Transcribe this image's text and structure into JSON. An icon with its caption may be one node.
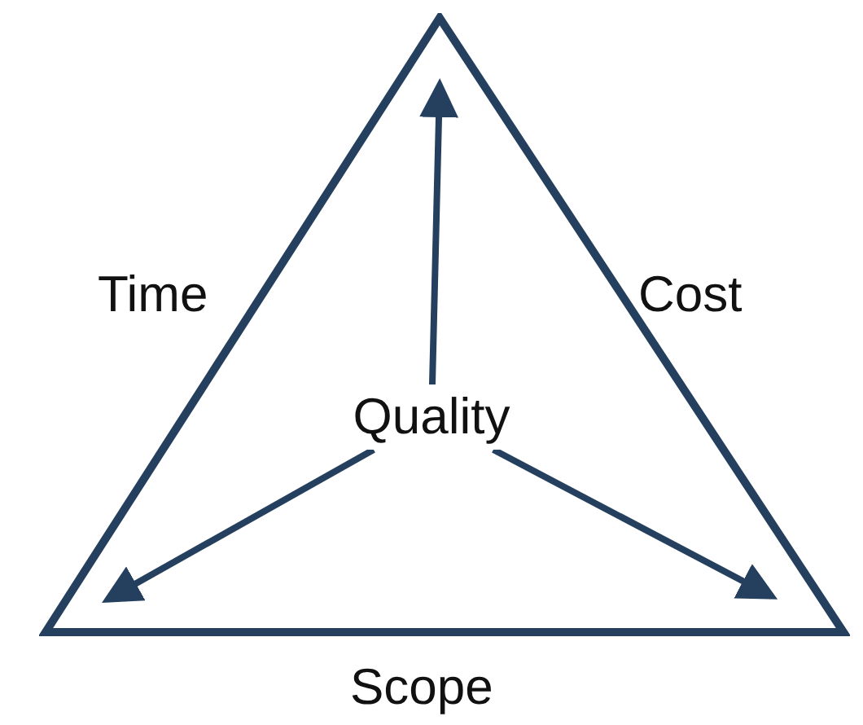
{
  "diagram": {
    "nodes": [
      {
        "text": [],
        "shape": "triangle"
      },
      {
        "text": [
          "Quality"
        ],
        "in": 0
      }
    ],
    "edges": [
      {
        "from": 1,
        "to": null,
        "arrow": "to"
      },
      {
        "from": 1,
        "to": null,
        "arrow": "to"
      },
      {
        "from": 1,
        "to": null,
        "arrow": "to"
      }
    ],
    "labels": [
      "Time",
      "Cost",
      "Scope"
    ]
  }
}
